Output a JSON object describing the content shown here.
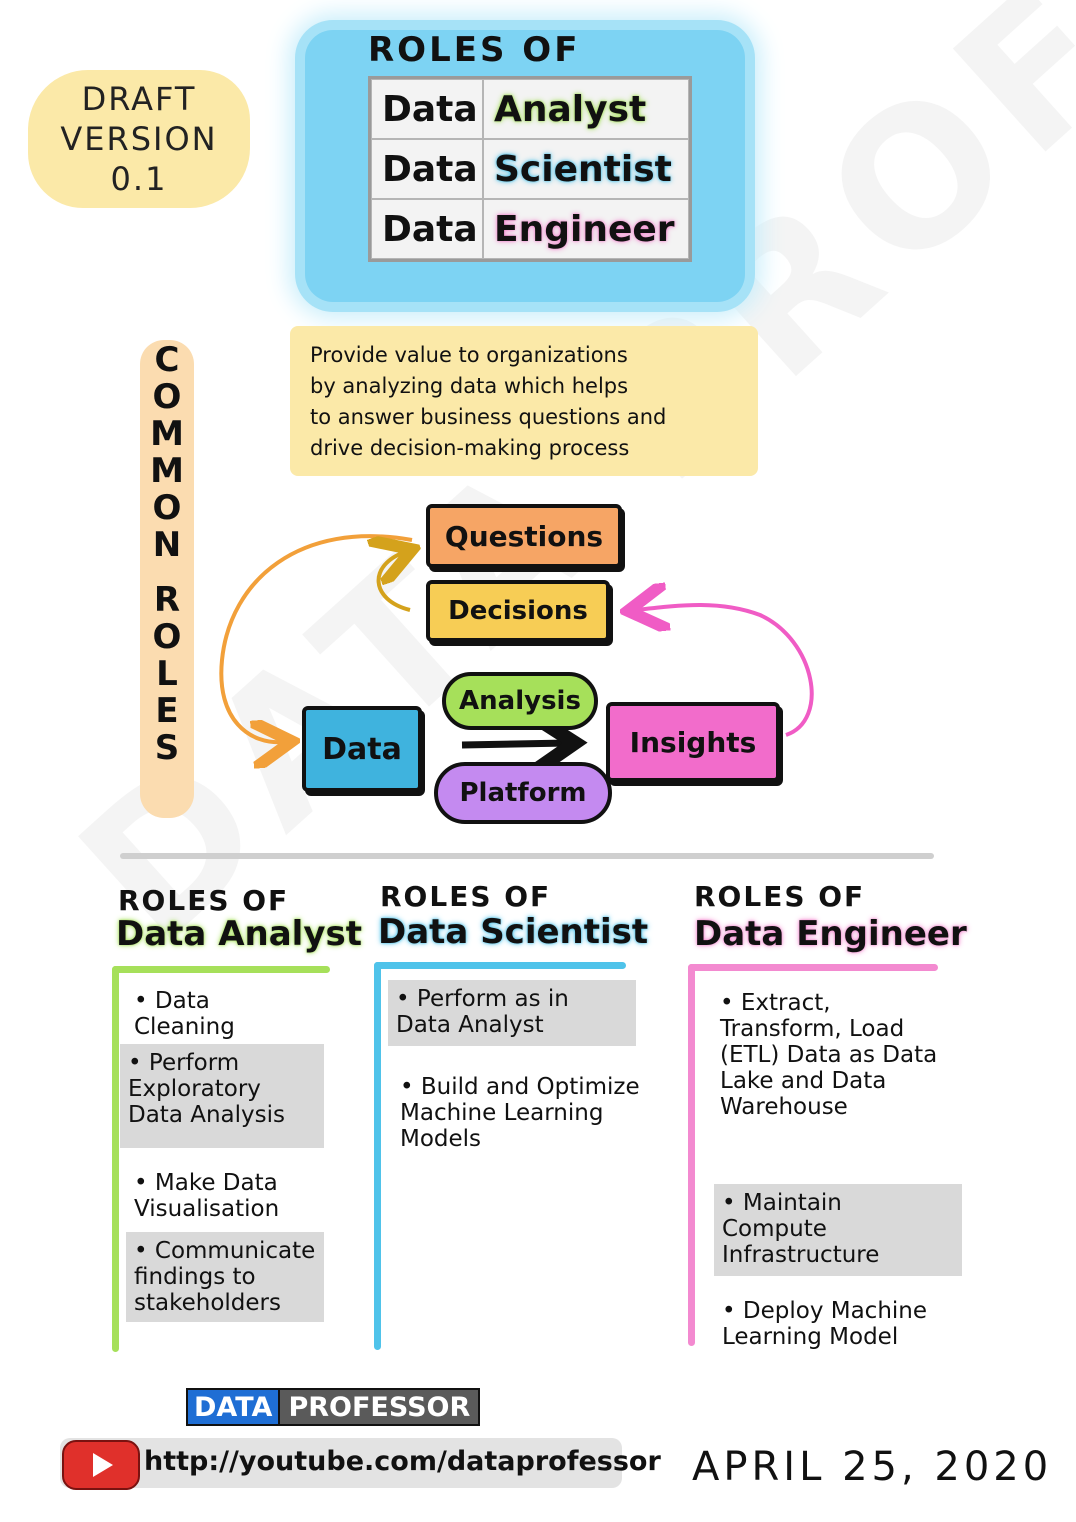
{
  "watermark": "DATA PROFESSOR",
  "draft": {
    "line1": "DRAFT",
    "line2": "VERSION",
    "line3": "0.1"
  },
  "title": {
    "heading": "ROLES OF",
    "rows": [
      {
        "left": "Data",
        "right": "Analyst"
      },
      {
        "left": "Data",
        "right": "Scientist"
      },
      {
        "left": "Data",
        "right": "Engineer"
      }
    ]
  },
  "common_roles": {
    "letters": [
      "C",
      "O",
      "M",
      "M",
      "O",
      "N",
      " ",
      "R",
      "O",
      "L",
      "E",
      "S"
    ]
  },
  "description": {
    "line1": "Provide value to organizations",
    "line2": "by analyzing data which helps",
    "line3": "to answer business questions and",
    "line4": "drive decision-making process"
  },
  "flow": {
    "questions": "Questions",
    "decisions": "Decisions",
    "data": "Data",
    "analysis": "Analysis",
    "platform": "Platform",
    "insights": "Insights"
  },
  "columns": {
    "analyst": {
      "heading": "ROLES OF",
      "role": "Data Analyst",
      "items": [
        "Data Cleaning",
        "Perform Exploratory Data Analysis",
        "Make Data Visualisation",
        "Communicate findings to stakeholders"
      ]
    },
    "scientist": {
      "heading": "ROLES OF",
      "role": "Data Scientist",
      "items": [
        "Perform as in Data Analyst",
        "Build and Optimize Machine Learning Models"
      ]
    },
    "engineer": {
      "heading": "ROLES OF",
      "role": "Data Engineer",
      "items": [
        "Extract, Transform, Load (ETL) Data as Data Lake and Data Warehouse",
        "Maintain Compute Infrastructure",
        "Deploy Machine Learning Model"
      ]
    }
  },
  "footer": {
    "logo_left": "DATA",
    "logo_right": "PROFESSOR",
    "url": "http://youtube.com/dataprofessor",
    "date": "APRIL 25, 2020"
  },
  "colors": {
    "analyst": "#a6e05a",
    "scientist": "#4fc3ea",
    "engineer": "#f38ad0",
    "questions": "#f6a565",
    "decisions": "#f7cd55",
    "data": "#3fb3de",
    "analysis": "#a6e05a",
    "platform": "#c48af0",
    "insights": "#f26ccb",
    "arrow_orange": "#f2a03a",
    "arrow_gold": "#d4a21c",
    "arrow_pink": "#f05cc5"
  },
  "icons": {
    "youtube": "youtube-play-icon"
  }
}
